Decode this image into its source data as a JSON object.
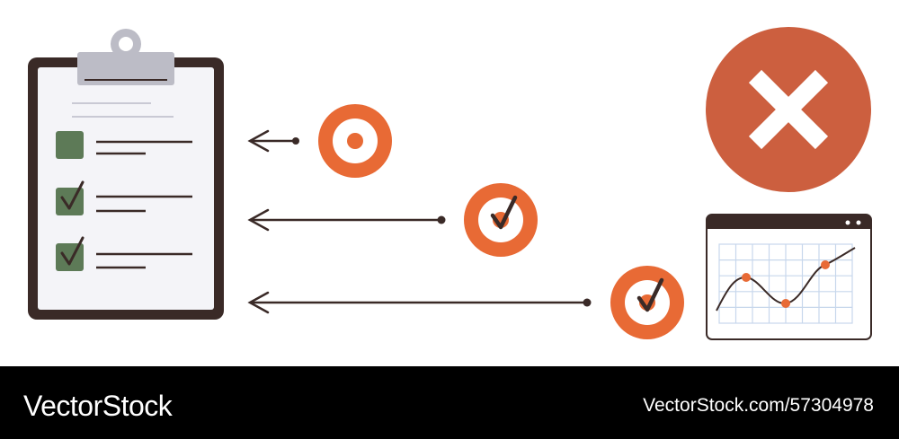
{
  "watermark": {
    "brand": "VectorStock",
    "site_id": "VectorStock.com/57304978"
  },
  "colors": {
    "accent_orange": "#e86a35",
    "reject_red": "#cc5f3f",
    "dark_brown": "#3a2a27",
    "check_green": "#5d7a57",
    "clipboard_paper": "#f4f4f8",
    "clip_gray": "#bcbcc6"
  },
  "icons": {
    "clipboard": "clipboard-checklist-icon",
    "targets": [
      "target-icon",
      "target-check-icon",
      "target-check-icon"
    ],
    "reject": "close-x-icon",
    "chart": "line-chart-window-icon"
  },
  "checklist": {
    "items": [
      {
        "checked": false
      },
      {
        "checked": true
      },
      {
        "checked": true
      }
    ]
  },
  "chart_window": {
    "series_points": 3
  }
}
